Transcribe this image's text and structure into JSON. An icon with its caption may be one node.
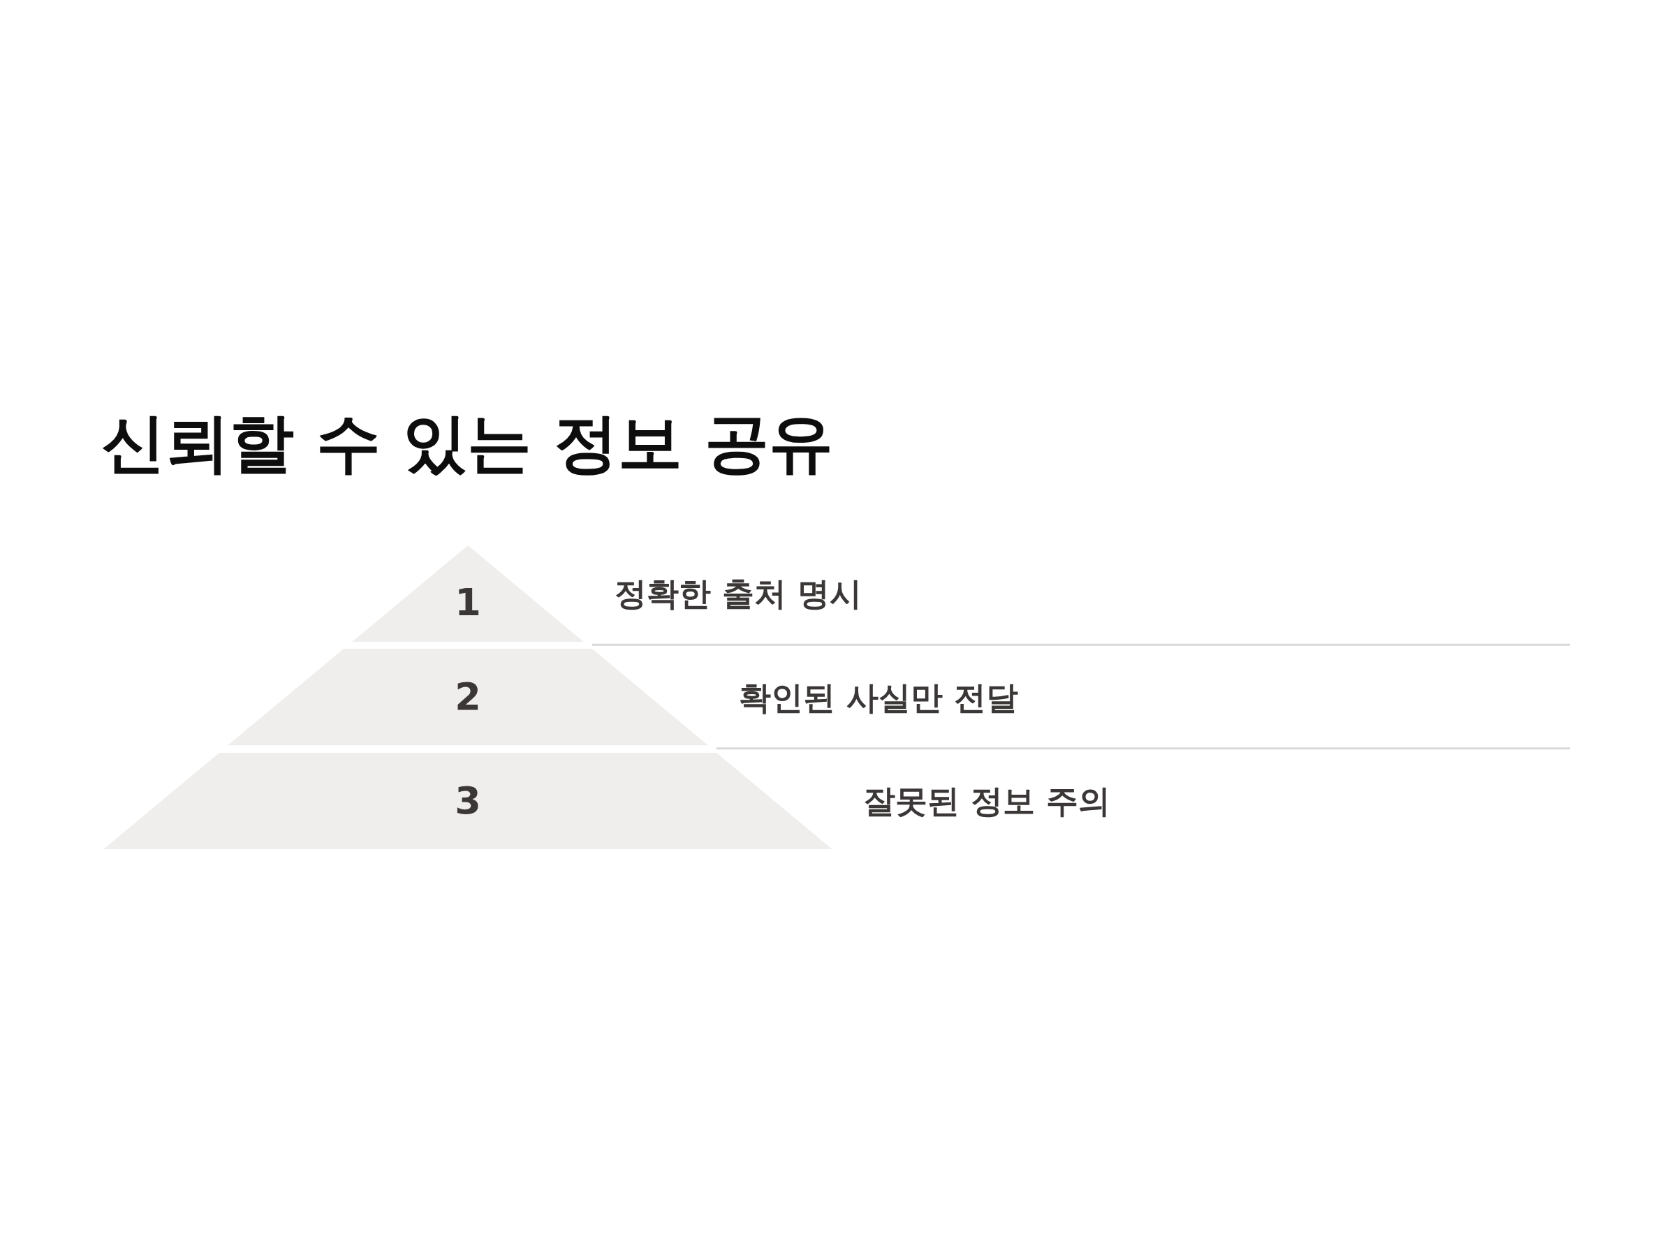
{
  "diagram": {
    "title": "신뢰할 수 있는 정보 공유",
    "nodes": [
      {
        "text": [
          "1"
        ],
        "beside": [
          "정확한 출처 명시"
        ]
      },
      {
        "text": [
          "2"
        ],
        "beside": [
          "확인된 사실만 전달"
        ]
      },
      {
        "text": [
          "3"
        ],
        "beside": [
          "잘못된 정보 주의"
        ]
      }
    ],
    "edges": []
  }
}
